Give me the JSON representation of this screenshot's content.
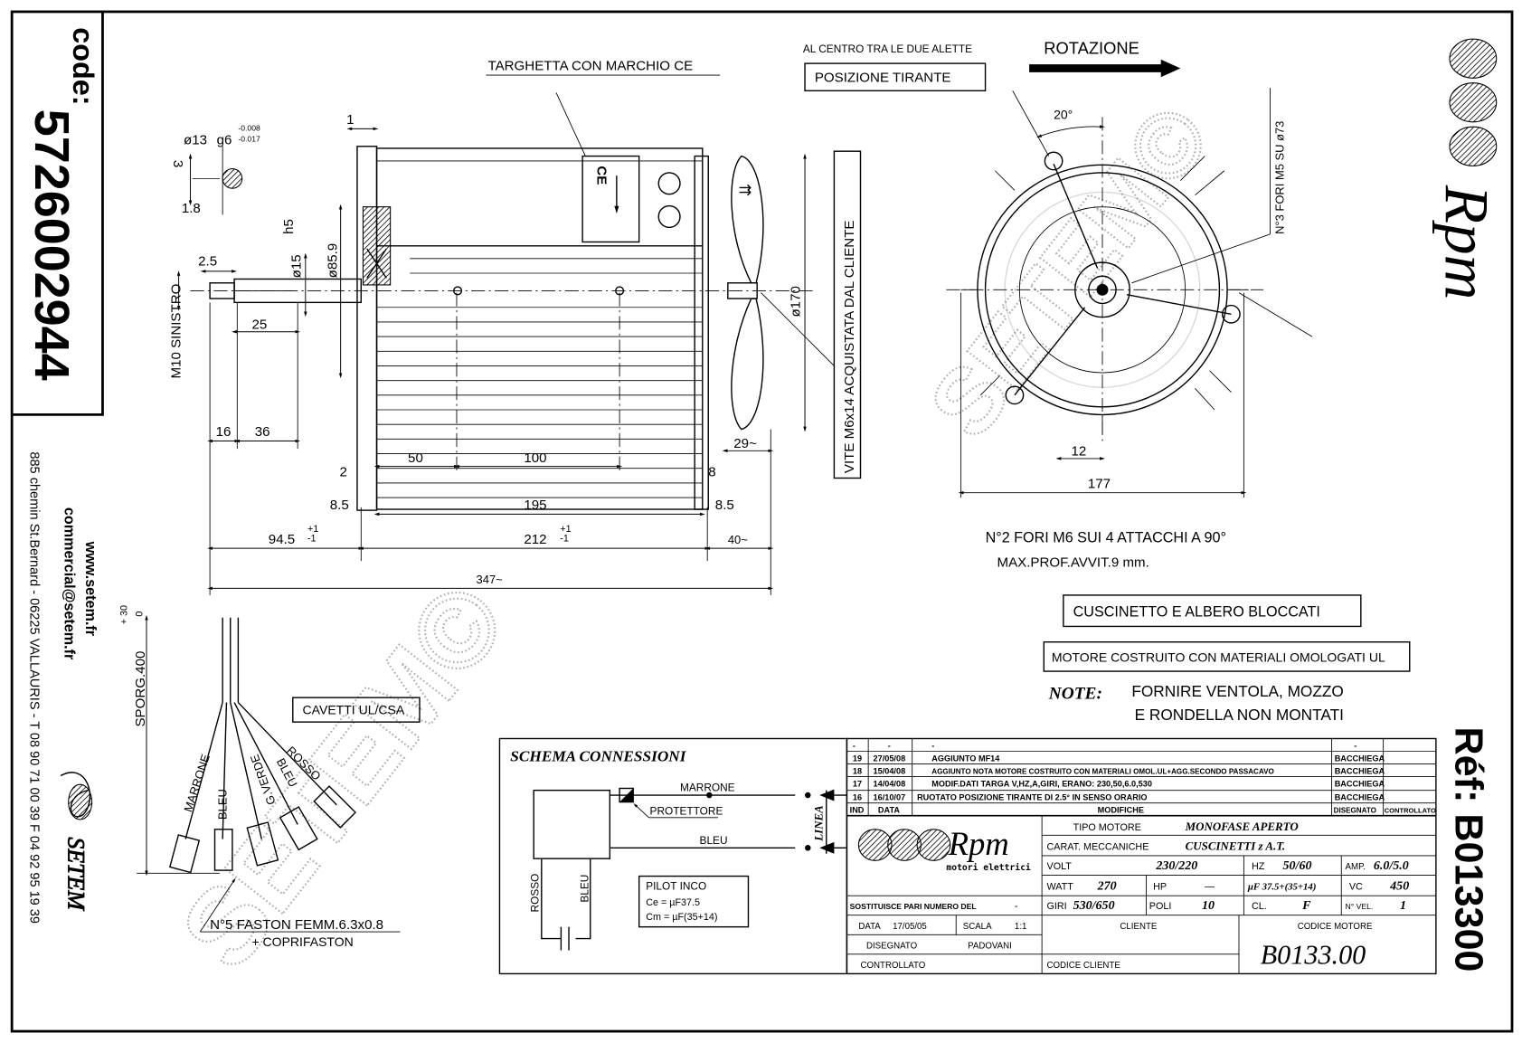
{
  "header": {
    "code_label": "code:",
    "code": "5726002944"
  },
  "company": {
    "web": "www.setem.fr",
    "email": "commercial@setem.fr",
    "address": "885 chemin St.Bernard  -  06225 VALLAURIS  -  T 08 90 71 00 39   F 04 92 95 19 39",
    "logo": "SETEM"
  },
  "brand": {
    "logo": "Rpm",
    "subtitle": "motori elettrici"
  },
  "reference": "Réf: B013300",
  "watermark": "SETEM©",
  "side_view": {
    "plate_label": "TARGHETTA CON MARCHIO CE",
    "shaft_thread": "M10 SINISTRO",
    "screw_note": "VITE M6x14 ACQUISTATA DAL CLIENTE",
    "dims": {
      "d1": "1",
      "d13": "ø13",
      "g6": "g6",
      "tol_hi": "-0.008",
      "tol_lo": "-0.017",
      "d3": "3",
      "d1_8": "1.8",
      "h5": "h5",
      "d2_5": "2.5",
      "d15": "ø15",
      "d85_9": "ø85.9",
      "d25": "25",
      "d16": "16",
      "d36": "36",
      "d50": "50",
      "d100": "100",
      "d2": "2",
      "d8_5a": "8.5",
      "d195": "195",
      "d8_5b": "8.5",
      "d8": "8",
      "d29": "29~",
      "d170": "ø170",
      "d94_5": "94.5",
      "d212": "212",
      "tol_plus": "+1",
      "tol_minus": "-1",
      "d40": "40~",
      "d347": "347~"
    }
  },
  "end_view": {
    "tie_rod_note": "AL CENTRO TRA LE DUE ALETTE",
    "tie_rod_label": "POSIZIONE TIRANTE",
    "rotation": "ROTAZIONE",
    "holes_note": "N°3 FORI M5 SU ø73",
    "angle": "20°",
    "d12": "12",
    "d177": "177",
    "mount_note_1": "N°2 FORI M6 SUI 4 ATTACCHI A 90°",
    "mount_note_2": "MAX.PROF.AVVIT.9 mm."
  },
  "notes": {
    "bearing": "CUSCINETTO E ALBERO BLOCCATI",
    "ul": "MOTORE COSTRUITO CON MATERIALI OMOLOGATI UL",
    "note_label": "NOTE:",
    "note_line1": "FORNIRE VENTOLA, MOZZO",
    "note_line2": "E RONDELLA NON MONTATI"
  },
  "wiring": {
    "length": "SPORG.400",
    "tol_plus": "+ 30",
    "tol_zero": "0",
    "cables": "CAVETTI UL/CSA",
    "wires": [
      "MARRONE",
      "BLEU",
      "G.VERDE",
      "BLEU",
      "ROSSO"
    ],
    "faston_1": "N°5 FASTON FEMM.6.3x0.8",
    "faston_2": "+ COPRIFASTON"
  },
  "schema": {
    "title": "SCHEMA CONNESSIONI",
    "marrone": "MARRONE",
    "protettore": "PROTETTORE",
    "bleu": "BLEU",
    "linea": "LINEA",
    "rosso": "ROSSO",
    "bleu2": "BLEU",
    "pilot_title": "PILOT INCO",
    "pilot_ce": "Ce  =  µF37.5",
    "pilot_cm": "Cm  =  µF(35+14)"
  },
  "title_block": {
    "revisions": [
      {
        "ind": "-",
        "date": "-",
        "text": "-",
        "by": "-",
        "ctrl": ""
      },
      {
        "ind": "19",
        "date": "27/05/08",
        "text": "AGGIUNTO MF14",
        "by": "BACCHIEGA",
        "ctrl": ""
      },
      {
        "ind": "18",
        "date": "15/04/08",
        "text": "AGGIUNTO NOTA MOTORE COSTRUITO CON MATERIALI OMOL.UL+AGG.SECONDO PASSACAVO",
        "by": "BACCHIEGA",
        "ctrl": ""
      },
      {
        "ind": "17",
        "date": "14/04/08",
        "text": "MODIF.DATI TARGA V,HZ,A,GIRI, ERANO: 230,50,6.0,530",
        "by": "BACCHIEGA",
        "ctrl": ""
      },
      {
        "ind": "16",
        "date": "16/10/07",
        "text": "RUOTATO POSIZIONE TIRANTE DI 2.5° IN SENSO ORARIO",
        "by": "BACCHIEGA",
        "ctrl": ""
      }
    ],
    "rev_headers": {
      "ind": "IND",
      "date": "DATA",
      "text": "MODIFICHE",
      "by": "DISEGNATO",
      "ctrl": "CONTROLLATO"
    },
    "tipo_label": "TIPO MOTORE",
    "tipo": "MONOFASE  APERTO",
    "carat_label": "CARAT. MECCANICHE",
    "carat": "CUSCINETTI z A.T.",
    "volt_label": "VOLT",
    "volt": "230/220",
    "hz_label": "HZ",
    "hz": "50/60",
    "amp_label": "AMP.",
    "amp": "6.0/5.0",
    "watt_label": "WATT",
    "watt": "270",
    "hp_label": "HP",
    "hp": "—",
    "uf": "µF 37.5+(35+14)",
    "vc_label": "VC",
    "vc": "450",
    "giri_label": "GIRI",
    "giri": "530/650",
    "poli_label": "POLI",
    "poli": "10",
    "cl_label": "CL.",
    "cl": "F",
    "vel_label": "N° VEL.",
    "vel": "1",
    "sostituisce": "SOSTITUISCE PARI NUMERO DEL",
    "sostituisce_val": "-",
    "data_label": "DATA",
    "data": "17/05/05",
    "scala_label": "SCALA",
    "scala": "1:1",
    "disegnato_label": "DISEGNATO",
    "disegnato": "PADOVANI",
    "controllato_label": "CONTROLLATO",
    "cliente_label": "CLIENTE",
    "codice_cliente_label": "CODICE CLIENTE",
    "codice_motore_label": "CODICE MOTORE",
    "codice_motore": "B0133.00"
  }
}
